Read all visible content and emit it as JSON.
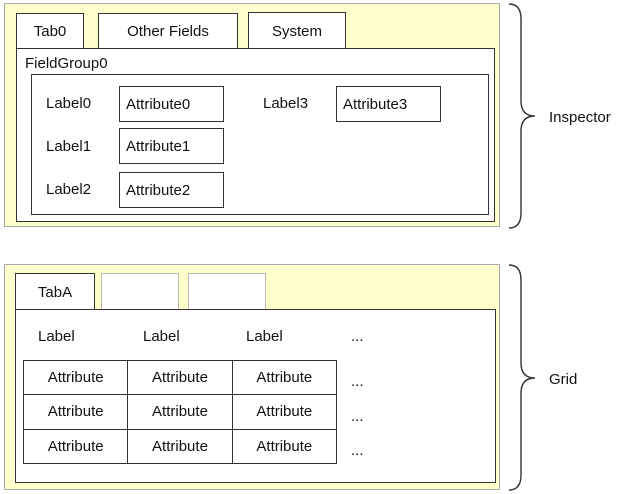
{
  "inspector": {
    "tabs": [
      "Tab0",
      "Other Fields",
      "System"
    ],
    "fieldgroup_title": "FieldGroup0",
    "fields": [
      {
        "label": "Label0",
        "value": "Attribute0"
      },
      {
        "label": "Label1",
        "value": "Attribute1"
      },
      {
        "label": "Label2",
        "value": "Attribute2"
      },
      {
        "label": "Label3",
        "value": "Attribute3"
      }
    ],
    "brace_label": "Inspector"
  },
  "grid": {
    "tabs": [
      "TabA",
      "",
      ""
    ],
    "headers": [
      "Label",
      "Label",
      "Label",
      "..."
    ],
    "rows": [
      [
        "Attribute",
        "Attribute",
        "Attribute",
        "..."
      ],
      [
        "Attribute",
        "Attribute",
        "Attribute",
        "..."
      ],
      [
        "Attribute",
        "Attribute",
        "Attribute",
        "..."
      ]
    ],
    "brace_label": "Grid"
  },
  "colors": {
    "panel_fill": "#ffffcc",
    "panel_border": "#a8a8a8",
    "box_border": "#333333"
  }
}
